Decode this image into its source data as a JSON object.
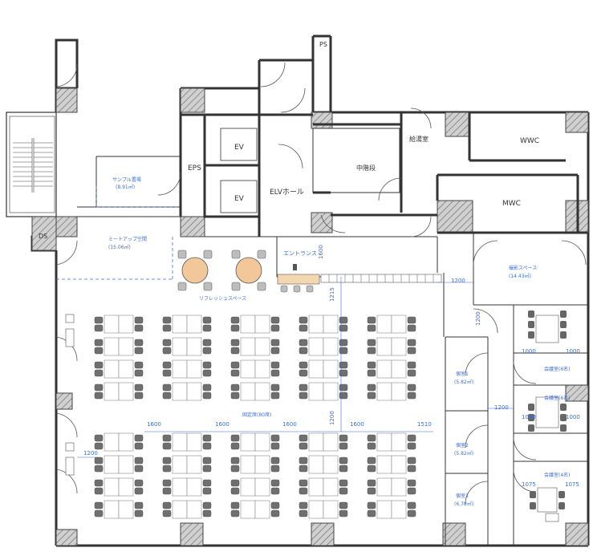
{
  "labels": {
    "ps": "PS",
    "ev1": "EV",
    "ev2": "EV",
    "eps": "EPS",
    "elv_hall": "ELVホール",
    "mezzanine": "中階段",
    "kitchenette": "給湯室",
    "wwc": "WWC",
    "mwc": "MWC",
    "ds": "DS",
    "sample_room": "サンプル置場",
    "sample_room_area": "(8.91㎡)",
    "meetup_space": "ミートアップ空間",
    "meetup_space_area": "(15.06㎡)",
    "entrance": "エントランス",
    "refresh_space": "リフレッシュスペース",
    "photo_space": "撮影スペース",
    "photo_space_area": "(14.43㎡)",
    "fixed_seats": "固定席(80席)",
    "private1": "個室1",
    "private1_area": "(5.82㎡)",
    "private2": "個室2",
    "private2_area": "(5.82㎡)",
    "private3": "個室3",
    "private3_area": "(6.78㎡)",
    "meeting6a": "会議室(6名)",
    "meeting6b": "会議室(6名)",
    "meeting4": "会議室(4名)"
  },
  "dimensions": {
    "d1600_entrance": "1600",
    "d1215": "1215",
    "d1200_photo": "1200",
    "d1200_right": "1200",
    "d1200_mid": "1200",
    "d1200_private": "1200",
    "d1200_left": "1200",
    "d1600_a": "1600",
    "d1600_b": "1600",
    "d1600_c": "1600",
    "d1600_d": "1600",
    "d1510": "1510",
    "d1000_a": "1000",
    "d1000_b": "1000",
    "d1000_c": "1000",
    "d1000_d": "1000",
    "d1075_a": "1075",
    "d1075_b": "1075"
  }
}
